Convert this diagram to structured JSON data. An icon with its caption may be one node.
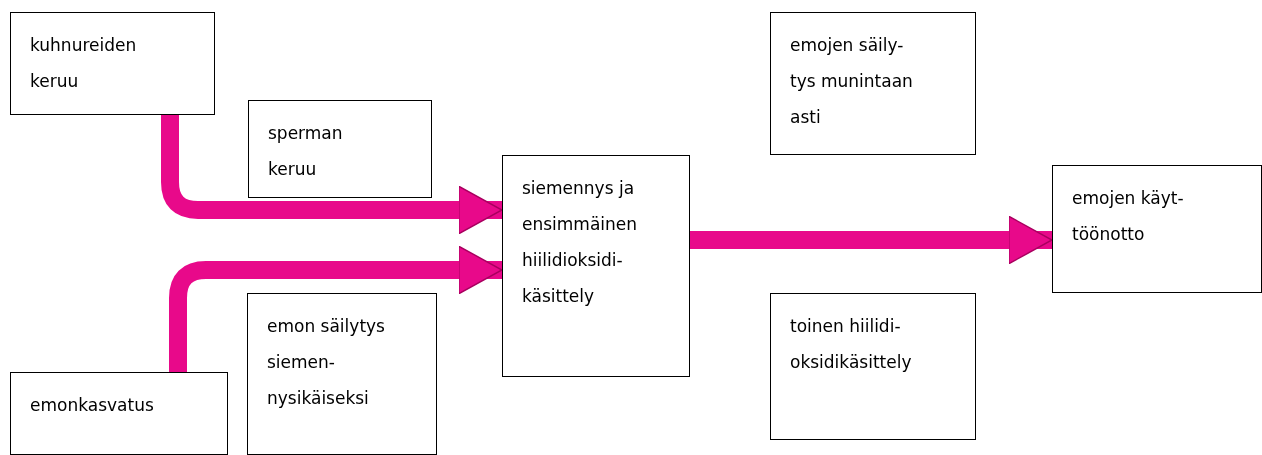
{
  "diagram": {
    "nodes": [
      {
        "text": [
          "kuhnureiden keruu"
        ]
      },
      {
        "text": [
          "sperman keruu"
        ]
      },
      {
        "text": [
          "emonkasvatus"
        ]
      },
      {
        "text": [
          "emon säilytys siemen- nysikäiseksi"
        ]
      },
      {
        "text": [
          "siemennys ja ensimmäinen hiilidioksidi- käsittely"
        ]
      },
      {
        "text": [
          "emojen säily- tys munintaan asti"
        ]
      },
      {
        "text": [
          "toinen hiilidi- oksidikäsittely"
        ]
      },
      {
        "text": [
          "emojen käyt- töönotto"
        ]
      }
    ],
    "edges": [
      {
        "from": 0,
        "to": 4,
        "arrow": "to"
      },
      {
        "from": 2,
        "to": 4,
        "arrow": "to"
      },
      {
        "from": 4,
        "to": 7,
        "arrow": "to"
      }
    ]
  }
}
